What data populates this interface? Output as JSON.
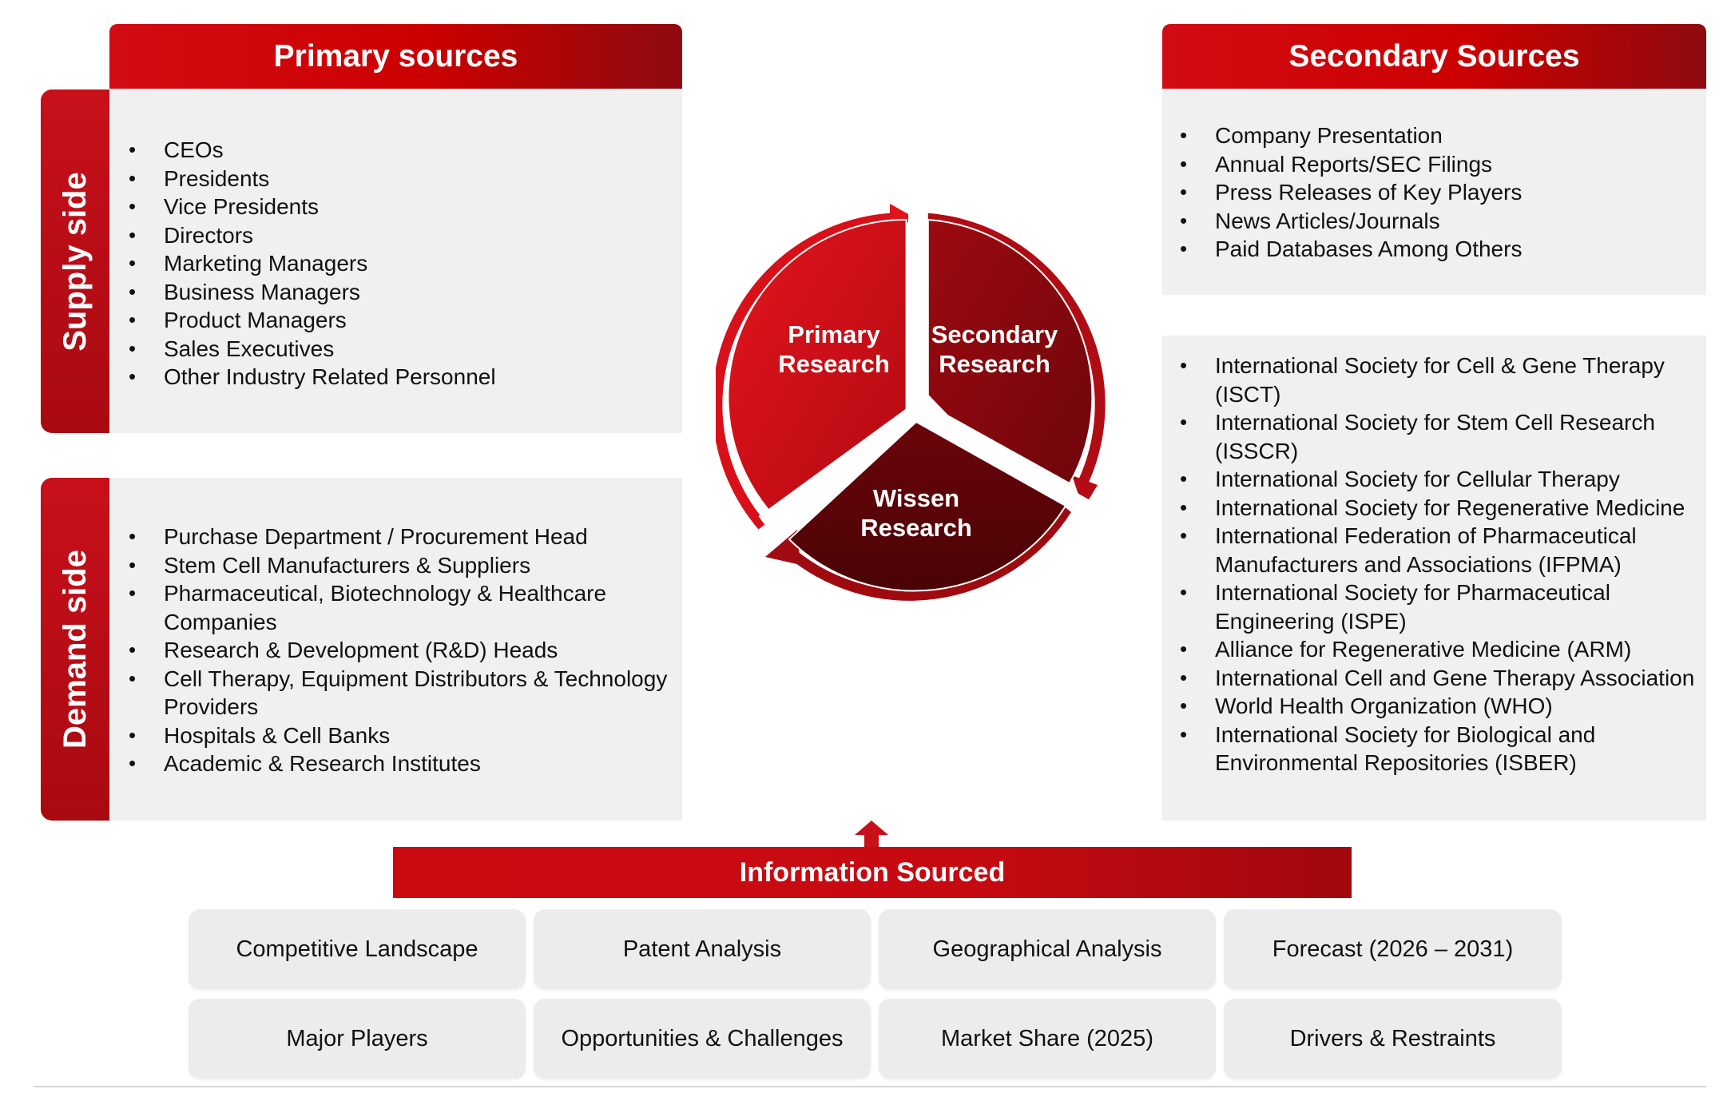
{
  "primary_sources": {
    "title": "Primary sources",
    "supply_side": {
      "label": "Supply side",
      "items": [
        "CEOs",
        "Presidents",
        "Vice Presidents",
        "Directors",
        "Marketing Managers",
        "Business Managers",
        "Product Managers",
        "Sales Executives",
        "Other Industry Related Personnel"
      ]
    },
    "demand_side": {
      "label": "Demand side",
      "items": [
        "Purchase Department / Procurement Head",
        "Stem Cell Manufacturers & Suppliers",
        "Pharmaceutical, Biotechnology & Healthcare Companies",
        "Research & Development (R&D) Heads",
        "Cell Therapy, Equipment Distributors & Technology Providers",
        "Hospitals & Cell Banks",
        "Academic & Research Institutes"
      ]
    }
  },
  "secondary_sources": {
    "title": "Secondary Sources",
    "general_items": [
      "Company Presentation",
      "Annual Reports/SEC Filings",
      "Press Releases of Key Players",
      "News Articles/Journals",
      "Paid Databases Among Others"
    ],
    "association_items": [
      "International Society for Cell & Gene Therapy (ISCT)",
      "International Society for Stem Cell Research (ISSCR)",
      "International Society for Cellular Therapy",
      "International Society for Regenerative Medicine",
      "International Federation of Pharmaceutical Manufacturers and Associations (IFPMA)",
      "International Society for Pharmaceutical Engineering (ISPE)",
      "Alliance for Regenerative Medicine (ARM)",
      "International Cell and Gene Therapy Association",
      "World Health Organization (WHO)",
      "International Society for Biological and Environmental Repositories (ISBER)"
    ]
  },
  "research_cycle": {
    "primary": [
      "Primary",
      "Research"
    ],
    "secondary": [
      "Secondary",
      "Research"
    ],
    "wissen": [
      "Wissen",
      "Research"
    ]
  },
  "information_sourced": {
    "title": "Information Sourced",
    "items": [
      "Competitive Landscape",
      "Patent Analysis",
      "Geographical Analysis",
      "Forecast (2026 – 2031)",
      "Major Players",
      "Opportunities & Challenges",
      "Market Share (2025)",
      "Drivers & Restraints"
    ]
  },
  "colors": {
    "accent_red": "#c8101a",
    "dark_red": "#8e0a0f",
    "deep_red": "#5e0509",
    "panel_gray": "#f0f0f0"
  }
}
